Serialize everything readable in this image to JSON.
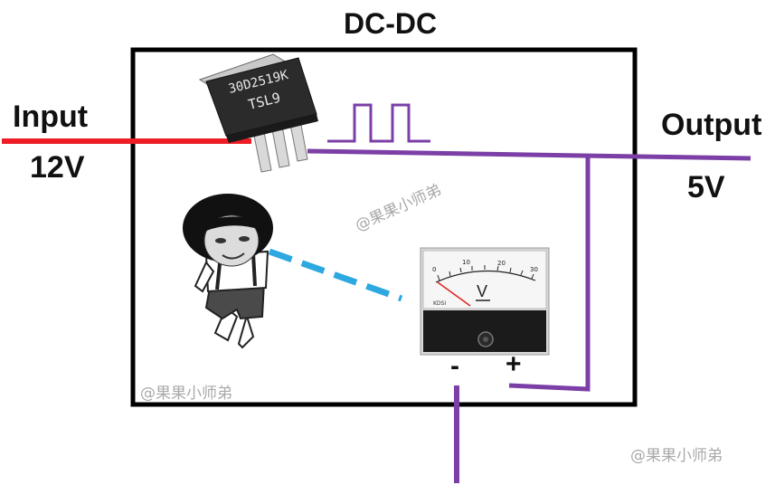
{
  "title": "DC-DC",
  "input": {
    "label": "Input",
    "voltage": "12V"
  },
  "output": {
    "label": "Output",
    "voltage": "5V"
  },
  "chip": {
    "line1": "30D2519K",
    "line2": "TSL9"
  },
  "meter": {
    "scale": [
      "0",
      "10",
      "20",
      "30"
    ],
    "unit": "V",
    "brand": "KDSI",
    "minus": "-",
    "plus": "+"
  },
  "watermark": "@果果小师弟",
  "colors": {
    "input_wire": "#ee1c24",
    "output_wire": "#7b3fa6",
    "probe_beam": "#2ea8e0",
    "box": "#000000"
  }
}
